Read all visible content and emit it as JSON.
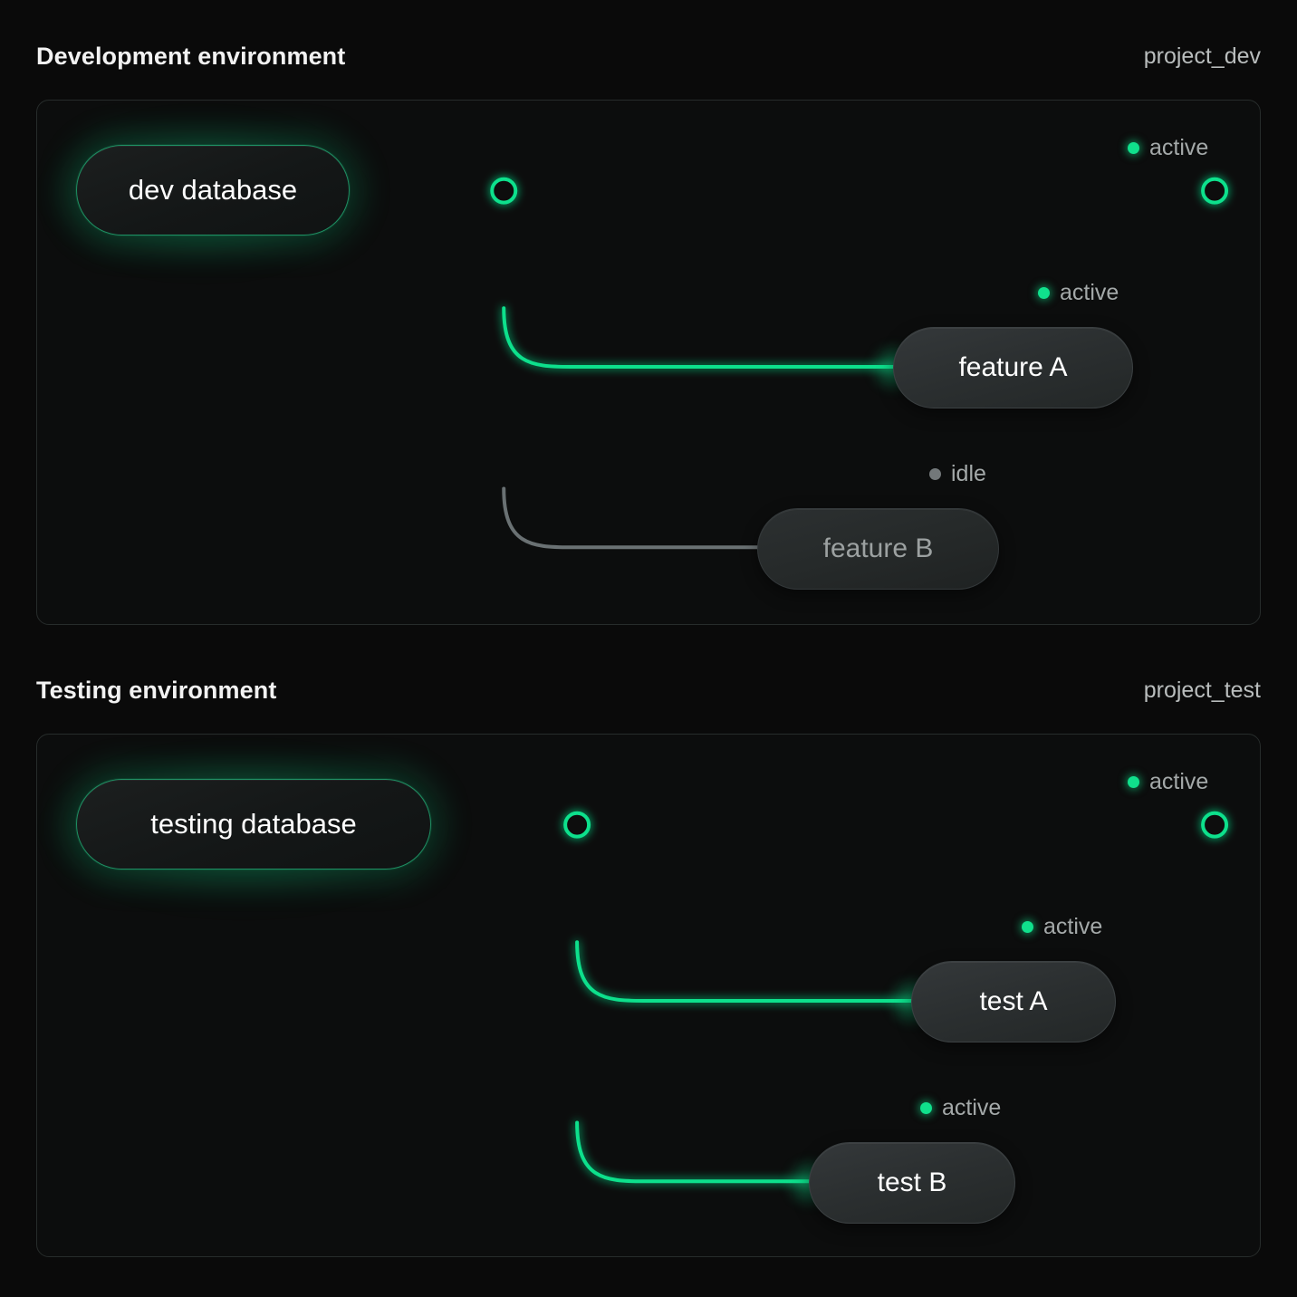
{
  "page": {
    "background": "#0a0a0a",
    "accent_green": "#10e08c",
    "idle_gray": "#73787a"
  },
  "sections": [
    {
      "title": "Development environment",
      "project": "project_dev",
      "database": {
        "label": "dev database",
        "status": "active"
      },
      "endpoint": {
        "status": "active",
        "status_label": "active"
      },
      "branches": [
        {
          "label": "feature A",
          "status": "active",
          "status_label": "active"
        },
        {
          "label": "feature B",
          "status": "idle",
          "status_label": "idle"
        }
      ]
    },
    {
      "title": "Testing environment",
      "project": "project_test",
      "database": {
        "label": "testing database",
        "status": "active"
      },
      "endpoint": {
        "status": "active",
        "status_label": "active"
      },
      "branches": [
        {
          "label": "test A",
          "status": "active",
          "status_label": "active"
        },
        {
          "label": "test B",
          "status": "active",
          "status_label": "active"
        }
      ]
    }
  ]
}
